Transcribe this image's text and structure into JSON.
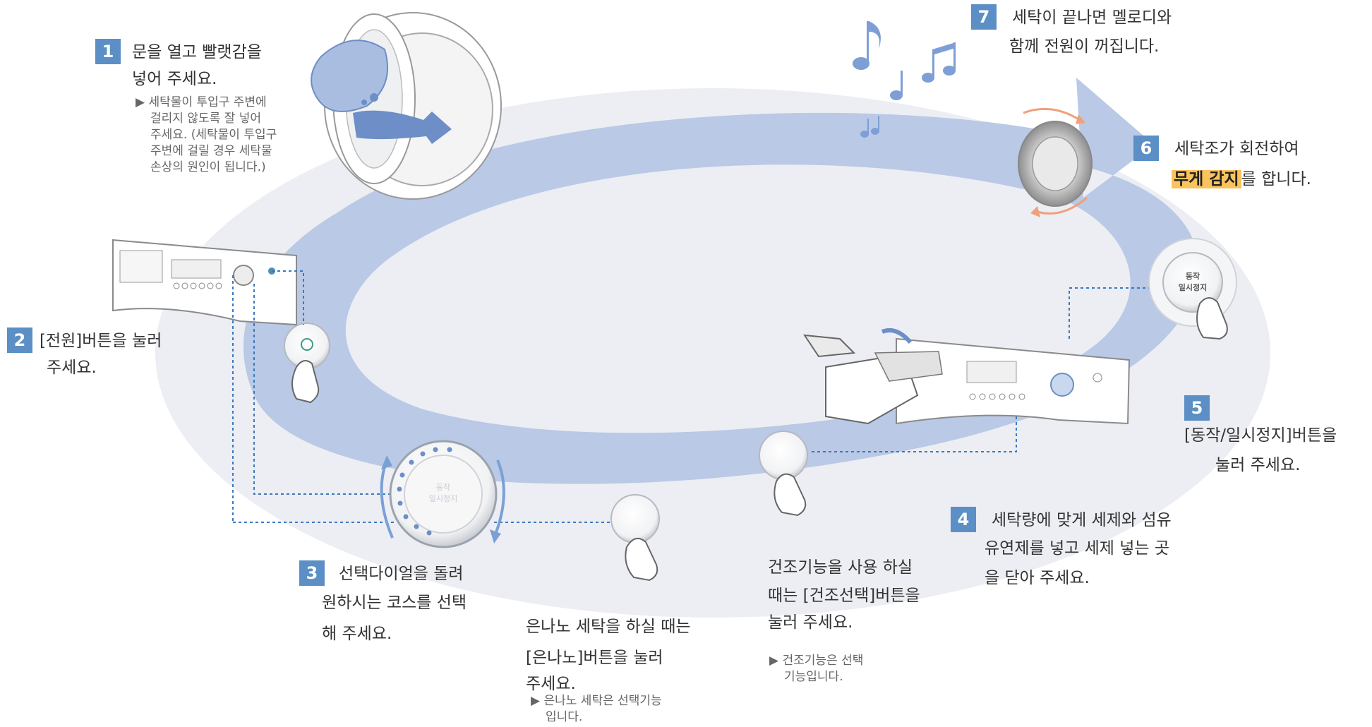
{
  "steps": [
    {
      "num": "1",
      "line1": "문을 열고 빨랫감을",
      "line2": "넣어 주세요.",
      "note": [
        "▶ 세탁물이 투입구 주변에",
        "   걸리지 않도록 잘 넣어",
        "   주세요. (세탁물이 투입구",
        "   주변에 걸릴 경우 세탁물",
        "   손상의 원인이 됩니다.)"
      ]
    },
    {
      "num": "2",
      "line1": "[전원]버튼을 눌러",
      "line2": "주세요."
    },
    {
      "num": "3",
      "line1": "선택다이얼을 돌려",
      "line2": "원하시는 코스를 선택",
      "line3": "해 주세요."
    },
    {
      "num": "4",
      "line1": "세탁량에 맞게 세제와 섬유",
      "line2": "유연제를 넣고 세제 넣는 곳",
      "line3": "을 닫아 주세요."
    },
    {
      "num": "5",
      "line1": "[동작/일시정지]버튼을",
      "line2": "눌러 주세요."
    },
    {
      "num": "6",
      "line1": "세탁조가 회전하여",
      "hl": "무게 감지",
      "line2_rest": "를 합니다."
    },
    {
      "num": "7",
      "line1": "세탁이 끝나면 멜로디와",
      "line2": "함께 전원이 꺼집니다."
    }
  ],
  "silver": {
    "line1": "은나노 세탁을 하실 때는",
    "line2": "[은나노]버튼을 눌러",
    "line3": "주세요.",
    "note": [
      "▶ 은나노 세탁은 선택기능",
      "   입니다."
    ]
  },
  "dry": {
    "line1": "건조기능을 사용 하실",
    "line2": "때는 [건조선택]버튼을",
    "line3": "눌러 주세요.",
    "note": [
      "▶ 건조기능은 선택",
      "   기능입니다."
    ]
  },
  "dial_label": {
    "top": "동작",
    "bottom": "일시정지"
  },
  "colors": {
    "badge": "#5b8fc5",
    "arrow": "#b9c9e6",
    "ellipse": "#eceef3",
    "highlight": "#fbc35b",
    "dotted": "#3b78c0"
  }
}
